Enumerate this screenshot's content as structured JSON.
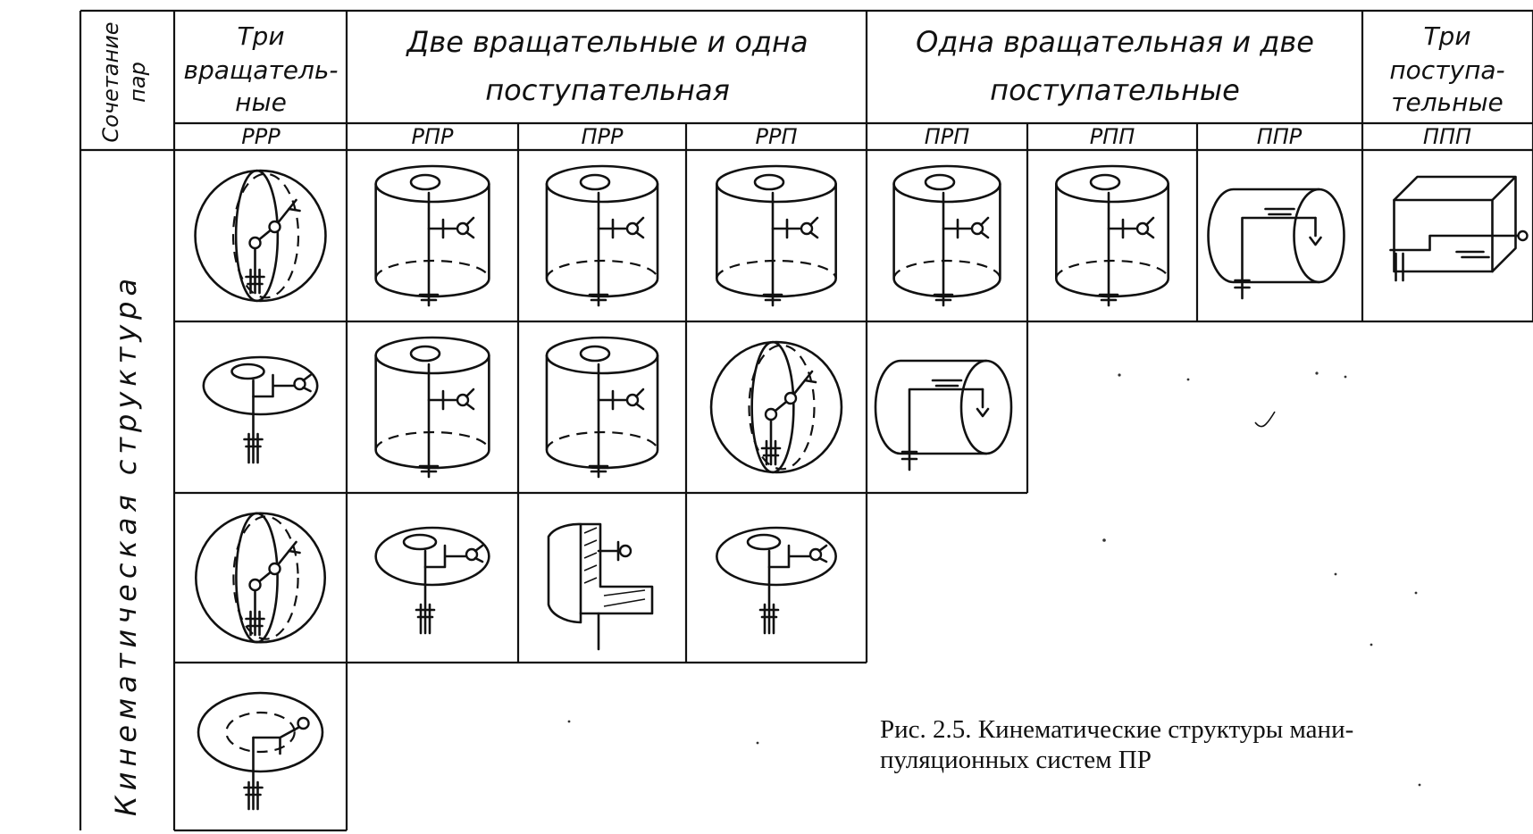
{
  "header": {
    "row_label": [
      "Сочетание",
      "пар"
    ],
    "groups": [
      {
        "id": "g1",
        "lines": [
          "Три",
          "вращатель-",
          "ные"
        ]
      },
      {
        "id": "g2",
        "lines": [
          "Две вращательные и одна",
          "поступательная"
        ]
      },
      {
        "id": "g3",
        "lines": [
          "Одна вращательная и две",
          "поступательные"
        ]
      },
      {
        "id": "g4",
        "lines": [
          "Три",
          "поступа-",
          "тельные"
        ]
      }
    ],
    "codes": [
      "РРР",
      "РПР",
      "ПРР",
      "РРП",
      "ПРП",
      "РПП",
      "ППР",
      "ППП"
    ]
  },
  "side_label": "Кинематическая  структура",
  "cells": [
    {
      "col": 0,
      "row": 0,
      "shape": "sphere"
    },
    {
      "col": 1,
      "row": 0,
      "shape": "cylinder"
    },
    {
      "col": 2,
      "row": 0,
      "shape": "cylinder"
    },
    {
      "col": 3,
      "row": 0,
      "shape": "cylinder"
    },
    {
      "col": 4,
      "row": 0,
      "shape": "cylinder"
    },
    {
      "col": 5,
      "row": 0,
      "shape": "cylinder"
    },
    {
      "col": 6,
      "row": 0,
      "shape": "horizontal-cylinder"
    },
    {
      "col": 7,
      "row": 0,
      "shape": "box"
    },
    {
      "col": 0,
      "row": 1,
      "shape": "disc"
    },
    {
      "col": 1,
      "row": 1,
      "shape": "cylinder"
    },
    {
      "col": 2,
      "row": 1,
      "shape": "cylinder"
    },
    {
      "col": 3,
      "row": 1,
      "shape": "sphere"
    },
    {
      "col": 4,
      "row": 1,
      "shape": "horizontal-cylinder"
    },
    {
      "col": 0,
      "row": 2,
      "shape": "sphere"
    },
    {
      "col": 1,
      "row": 2,
      "shape": "disc"
    },
    {
      "col": 2,
      "row": 2,
      "shape": "sector"
    },
    {
      "col": 3,
      "row": 2,
      "shape": "disc"
    },
    {
      "col": 0,
      "row": 3,
      "shape": "torus"
    }
  ],
  "caption": {
    "line1": "Рис. 2.5.  Кинематические структуры мани-",
    "line2": "пуляционных  систем ПР"
  }
}
